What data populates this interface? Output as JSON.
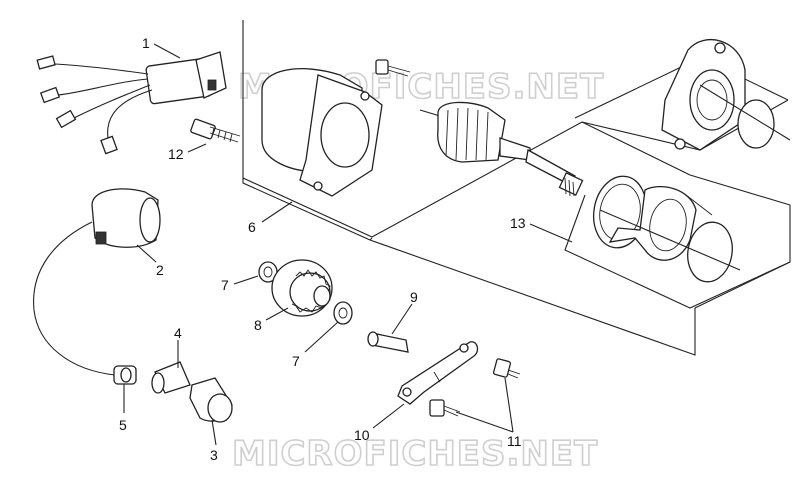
{
  "watermark": {
    "text": "MICROFICHES.NET",
    "color": "#cfcfcf"
  },
  "callouts": [
    {
      "id": "1",
      "text": "1"
    },
    {
      "id": "2",
      "text": "2"
    },
    {
      "id": "3",
      "text": "3"
    },
    {
      "id": "4",
      "text": "4"
    },
    {
      "id": "5",
      "text": "5"
    },
    {
      "id": "6",
      "text": "6"
    },
    {
      "id": "7a",
      "text": "7"
    },
    {
      "id": "7b",
      "text": "7"
    },
    {
      "id": "8",
      "text": "8"
    },
    {
      "id": "9",
      "text": "9"
    },
    {
      "id": "10",
      "text": "10"
    },
    {
      "id": "11",
      "text": "11"
    },
    {
      "id": "12",
      "text": "12"
    },
    {
      "id": "13",
      "text": "13"
    }
  ]
}
